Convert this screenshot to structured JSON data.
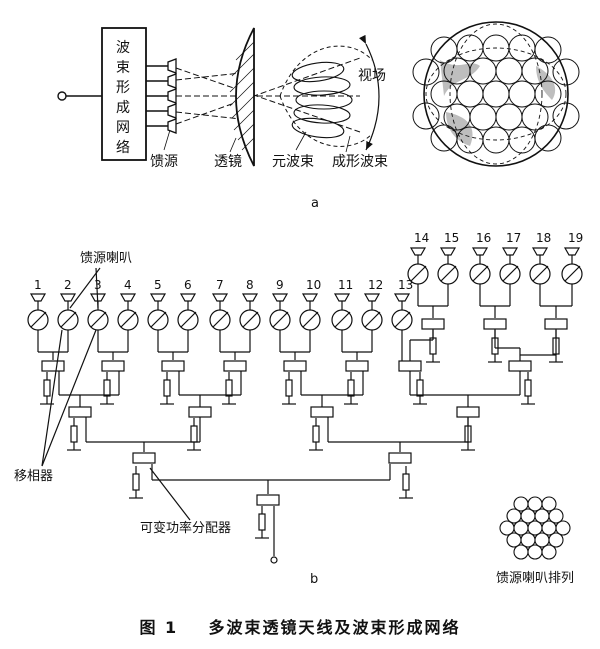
{
  "figure": {
    "caption_num": "图 1",
    "caption_text": "多波束透镜天线及波束形成网络",
    "panel_a_label": "a",
    "panel_b_label": "b"
  },
  "panel_a": {
    "network_chars": [
      "波",
      "束",
      "形",
      "成",
      "网",
      "络"
    ],
    "feed_label": "馈源",
    "lens_label": "透镜",
    "element_beam_label": "元波束",
    "formed_beam_label": "成形波束",
    "fov_label": "视场"
  },
  "panel_b": {
    "horn_numbers": [
      "1",
      "2",
      "3",
      "4",
      "5",
      "6",
      "7",
      "8",
      "9",
      "10",
      "11",
      "12",
      "13",
      "14",
      "15",
      "16",
      "17",
      "18",
      "19"
    ],
    "feed_horn_label": "馈源喇叭",
    "phase_shifter_label": "移相器",
    "divider_label": "可变功率分配器",
    "arrangement_label": "馈源喇叭排列"
  }
}
